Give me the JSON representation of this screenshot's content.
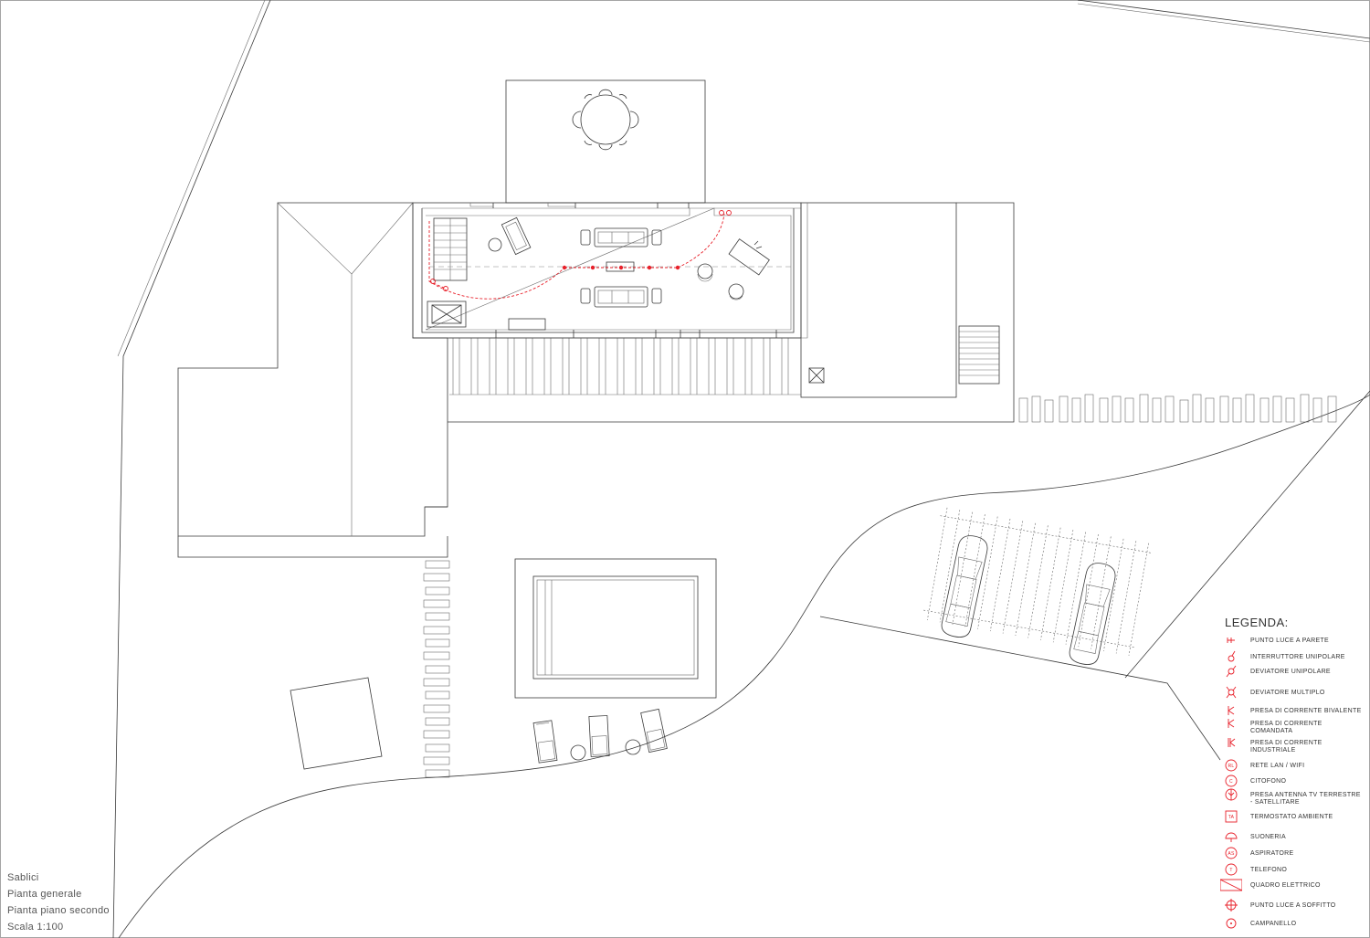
{
  "title_block": {
    "line1": "Sablici",
    "line2": "Pianta generale",
    "line3": "Pianta piano secondo",
    "line4": "Scala 1:100"
  },
  "legend": {
    "title": "LEGENDA:",
    "items": [
      {
        "label": "PUNTO LUCE A PARETE",
        "icon": "wall-light-icon"
      },
      {
        "label": "INTERRUTTORE UNIPOLARE",
        "icon": "single-switch-icon"
      },
      {
        "label": "DEVIATORE UNIPOLARE",
        "icon": "two-way-switch-icon"
      },
      {
        "label": "DEVIATORE MULTIPLO",
        "icon": "multi-switch-icon"
      },
      {
        "label": "PRESA DI CORRENTE BIVALENTE",
        "icon": "dual-socket-icon"
      },
      {
        "label": "PRESA DI CORRENTE COMANDATA",
        "icon": "switched-socket-icon"
      },
      {
        "label": "PRESA DI CORRENTE INDUSTRIALE",
        "icon": "industrial-socket-icon"
      },
      {
        "label": "RETE LAN / WIFI",
        "icon": "lan-icon",
        "symbol_text": "RL"
      },
      {
        "label": "CITOFONO",
        "icon": "intercom-icon",
        "symbol_text": "C"
      },
      {
        "label": "PRESA ANTENNA TV TERRESTRE - SATELLITARE",
        "icon": "tv-antenna-icon"
      },
      {
        "label": "TERMOSTATO AMBIENTE",
        "icon": "thermostat-icon",
        "symbol_text": "TA"
      },
      {
        "label": "SUONERIA",
        "icon": "bell-icon"
      },
      {
        "label": "ASPIRATORE",
        "icon": "extractor-icon",
        "symbol_text": "AS"
      },
      {
        "label": "TELEFONO",
        "icon": "telephone-icon",
        "symbol_text": "T"
      },
      {
        "label": "QUADRO ELETTRICO",
        "icon": "electric-panel-icon"
      },
      {
        "label": "PUNTO LUCE A SOFFITTO",
        "icon": "ceiling-light-icon"
      },
      {
        "label": "CAMPANELLO",
        "icon": "doorbell-icon"
      }
    ]
  },
  "colors": {
    "linework": "#3a3a3a",
    "electrical": "#e8202a",
    "text": "#333333"
  }
}
